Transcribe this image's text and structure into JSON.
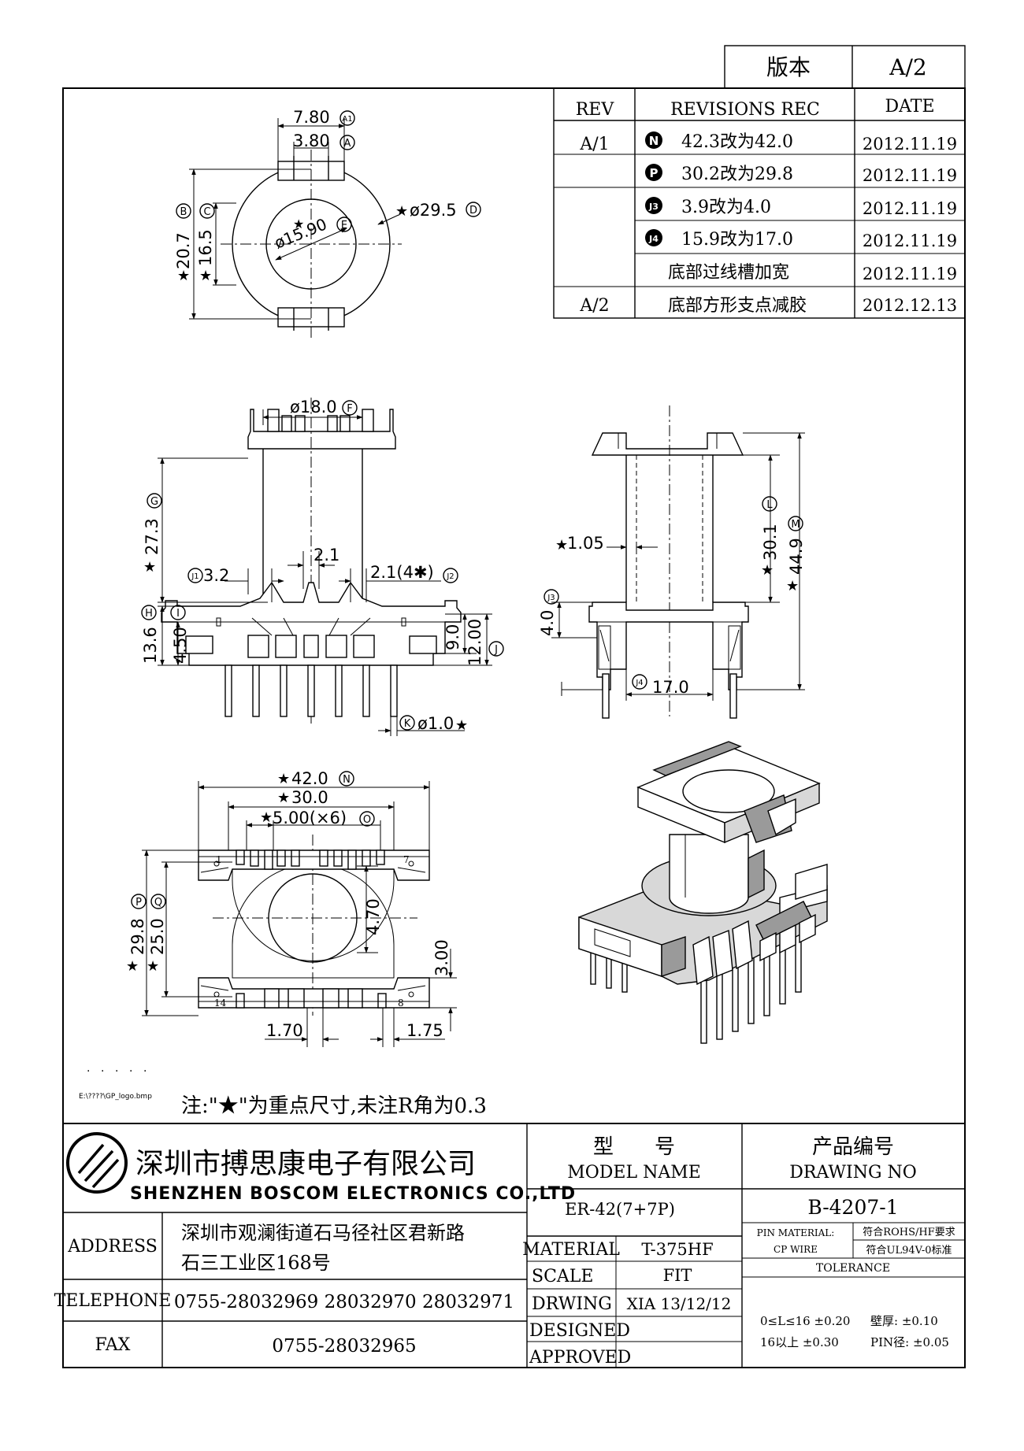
{
  "version_box": {
    "label": "版本",
    "value": "A/2"
  },
  "revisions": {
    "headers": {
      "rev": "REV",
      "rec": "REVISIONS REC",
      "date": "DATE"
    },
    "rows": [
      {
        "rev": "A/1",
        "mark": "N",
        "text": "42.3改为42.0",
        "date": "2012.11.19"
      },
      {
        "rev": "",
        "mark": "P",
        "text": "30.2改为29.8",
        "date": "2012.11.19"
      },
      {
        "rev": "",
        "mark": "J3",
        "text": "3.9改为4.0",
        "date": "2012.11.19"
      },
      {
        "rev": "",
        "mark": "J4",
        "text": "15.9改为17.0",
        "date": "2012.11.19"
      },
      {
        "rev": "",
        "mark": "",
        "text": "底部过线槽加宽",
        "date": "2012.11.19"
      },
      {
        "rev": "A/2",
        "mark": "",
        "text": "底部方形支点减胶",
        "date": "2012.12.13"
      }
    ]
  },
  "dims": {
    "top": {
      "a1": "7.80",
      "a": "3.80",
      "b": "20.7",
      "c": "16.5",
      "d": "ø29.5",
      "e": "ø15.90"
    },
    "front": {
      "f": "ø18.0",
      "g": "27.3",
      "center": "2.1",
      "j1": "3.2",
      "j2": "2.1(4✱)",
      "h": "13.6",
      "i": "4.50",
      "nine": "9.0",
      "j": "12.00",
      "k": "ø1.0"
    },
    "side": {
      "t": "1.05",
      "l": "30.1",
      "m": "44.9",
      "j3": "4.0",
      "j4": "17.0"
    },
    "bottom": {
      "n": "42.0",
      "w30": "30.0",
      "o": "5.00(×6)",
      "p": "29.8",
      "q": "25.0",
      "v470": "4.70",
      "v300": "3.00",
      "b170": "1.70",
      "b175": "1.75",
      "pin1": "1",
      "pin7": "7",
      "pin14": "14",
      "pin8": "8"
    },
    "labels": {
      "a1": "A1",
      "a": "A",
      "b": "B",
      "c": "C",
      "d": "D",
      "e": "E",
      "f": "F",
      "g": "G",
      "h": "H",
      "i": "I",
      "j": "J",
      "j1": "J1",
      "j2": "J2",
      "j3": "J3",
      "j4": "J4",
      "k": "K",
      "l": "L",
      "m": "M",
      "n": "N",
      "o": "O",
      "p": "P",
      "q": "Q"
    }
  },
  "logo_path": "E:\\????\\GP_logo.bmp",
  "note": "注:\"★\"为重点尺寸,未注R角为0.3",
  "company": {
    "name_cn": "深圳市搏思康电子有限公司",
    "name_en": "SHENZHEN BOSCOM ELECTRONICS CO.,LTD",
    "address_label": "ADDRESS",
    "address_1": "深圳市观澜街道石马径社区君新路",
    "address_2": "石三工业区168号",
    "telephone_label": "TELEPHONE",
    "telephone": "0755-28032969 28032970 28032971",
    "fax_label": "FAX",
    "fax": "0755-28032965"
  },
  "model": {
    "label_cn": "型　　号",
    "label_en": "MODEL NAME",
    "value": "ER-42(7+7P)"
  },
  "drawing": {
    "label_cn": "产品编号",
    "label_en": "DRAWING NO",
    "value": "B-4207-1"
  },
  "specs": {
    "material_label": "MATERIAL",
    "material": "T-375HF",
    "scale_label": "SCALE",
    "scale": "FIT",
    "drwing_label": "DRWING",
    "drwing": "XIA 13/12/12",
    "designed_label": "DESIGNED",
    "designed": "",
    "approved_label": "APPROVED",
    "approved": ""
  },
  "pin_material": {
    "label": "PIN MATERIAL:",
    "value": "CP WIRE",
    "rohs": "符合ROHS/HF要求",
    "ul": "符合UL94V-0标准"
  },
  "tolerance": {
    "label": "TOLERANCE",
    "row1a": "0≤L≤16  ±0.20",
    "row1b": "壁厚:  ±0.10",
    "row2a": "16以上   ±0.30",
    "row2b": "PIN径: ±0.05"
  }
}
